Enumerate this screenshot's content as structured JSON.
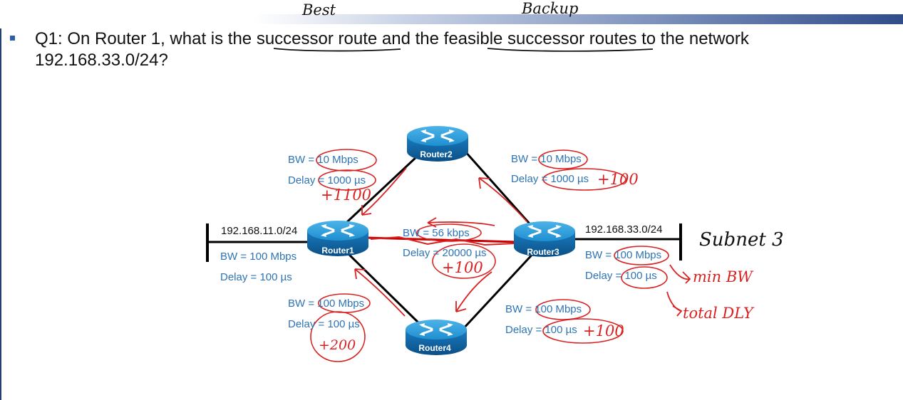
{
  "slide": {
    "question_prefix": "Q1: On Router 1, what is the",
    "successor_phrase": "successor route",
    "question_mid": "and the",
    "feasible_phrase": "feasible successor routes",
    "question_suffix": "to the network",
    "question_line2": "192.168.33.0/24?"
  },
  "handwriting": {
    "best": "Best",
    "backup": "Backup",
    "subnet3": "Subnet 3",
    "min_bw": "min BW",
    "total_dly": "total  DLY",
    "plus_1100": "+1100",
    "plus_100_r3": "+100",
    "plus_100_center": "+100",
    "plus_200": "+200",
    "plus_100_r4": "+100"
  },
  "routers": {
    "r1": "Router1",
    "r2": "Router2",
    "r3": "Router3",
    "r4": "Router4"
  },
  "networks": {
    "left": "192.168.11.0/24",
    "right": "192.168.33.0/24"
  },
  "links": {
    "r1_net_bw": "BW = 100 Mbps",
    "r1_net_delay": "Delay = 100 µs",
    "r1_r2_bw_prefix": "BW =",
    "r1_r2_bw": "10 Mbps",
    "r1_r2_delay_prefix": "Delay =",
    "r1_r2_delay": "1000 µs",
    "r2_r3_bw_prefix": "BW =",
    "r2_r3_bw": "10 Mbps",
    "r2_r3_delay_prefix": "Delay =",
    "r2_r3_delay": "1000 µs",
    "r1_r3_bw_prefix": "BW =",
    "r1_r3_bw": "56 kbps",
    "r1_r3_delay_prefix": "Delay =",
    "r1_r3_delay": "20000 µs",
    "r3_net_bw_prefix": "BW =",
    "r3_net_bw": "100 Mbps",
    "r3_net_delay_prefix": "Delay =",
    "r3_net_delay": "100 µs",
    "r1_r4_bw_prefix": "BW =",
    "r1_r4_bw": "100 Mbps",
    "r1_r4_delay_prefix": "Delay =",
    "r1_r4_delay": "100 µs",
    "r4_r3_bw_prefix": "BW =",
    "r4_r3_bw": "100 Mbps",
    "r4_r3_delay_prefix": "Delay =",
    "r4_r3_delay": "100 µs"
  },
  "colors": {
    "label_blue": "#2e74b5",
    "router_blue": "#1f8fd0",
    "ink_red": "#d92121",
    "bar_dark": "#2f4d8a"
  },
  "icons": [
    "router-icon",
    "bullet-square-icon"
  ]
}
